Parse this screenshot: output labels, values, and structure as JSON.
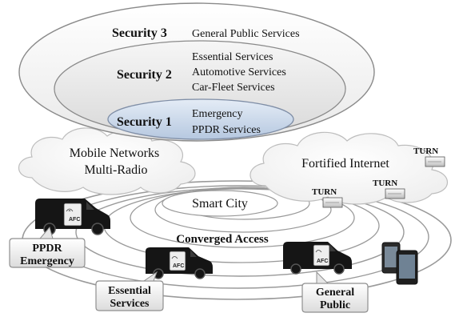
{
  "security_levels": [
    {
      "label": "Security 3",
      "services": [
        "General Public Services"
      ]
    },
    {
      "label": "Security 2",
      "services": [
        "Essential Services",
        "Automotive Services",
        "Car-Fleet Services"
      ]
    },
    {
      "label": "Security 1",
      "services": [
        "Emergency",
        "PPDR Services"
      ]
    }
  ],
  "clouds": {
    "mobile": [
      "Mobile Networks",
      "Multi-Radio"
    ],
    "internet": "Fortified Internet"
  },
  "turn_label": "TURN",
  "smart_city": "Smart City",
  "converged_access": "Converged Access",
  "afc_label": "AFC",
  "callouts": {
    "ppdr": [
      "PPDR",
      "Emergency"
    ],
    "essential": [
      "Essential",
      "Services"
    ],
    "public": [
      "General",
      "Public"
    ]
  },
  "colors": {
    "outer_ellipse": "#f2f2f2",
    "middle_ellipse": "#e6e6e6",
    "inner_ellipse": "#c9d7ea",
    "van": "#151515",
    "callout": "#f2f2f2"
  }
}
